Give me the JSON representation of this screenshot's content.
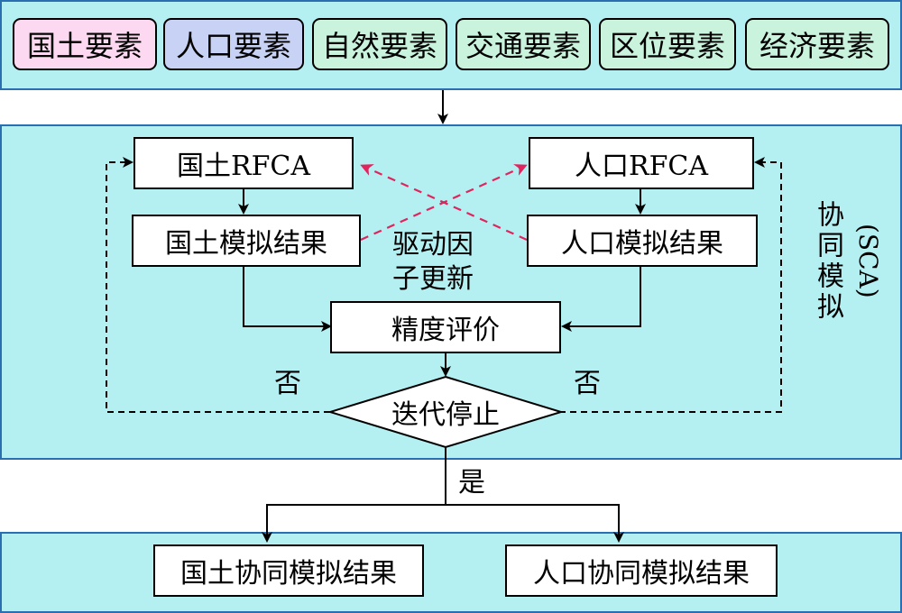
{
  "factors": [
    {
      "label": "国土要素",
      "color": "#fcd9f0"
    },
    {
      "label": "人口要素",
      "color": "#c8d2f5"
    },
    {
      "label": "自然要素",
      "color": "#c9f3dc"
    },
    {
      "label": "交通要素",
      "color": "#c9f3dc"
    },
    {
      "label": "区位要素",
      "color": "#c9f3dc"
    },
    {
      "label": "经济要素",
      "color": "#c9f3dc"
    }
  ],
  "sca": {
    "land_rfca": "国土RFCA",
    "pop_rfca": "人口RFCA",
    "land_result": "国土模拟结果",
    "pop_result": "人口模拟结果",
    "driver_update_1": "驱动因",
    "driver_update_2": "子更新",
    "accuracy": "精度评价",
    "stop": "迭代停止",
    "no_left": "否",
    "no_right": "否",
    "side_label_cn": "协同模拟",
    "side_label_abbr": "(SCA)"
  },
  "yes_label": "是",
  "outputs": {
    "land": "国土协同模拟结果",
    "pop": "人口协同模拟结果"
  },
  "colors": {
    "band": "#b4f0f2",
    "band_border": "#2a6fb0",
    "cross_arrow": "#e0245e"
  }
}
